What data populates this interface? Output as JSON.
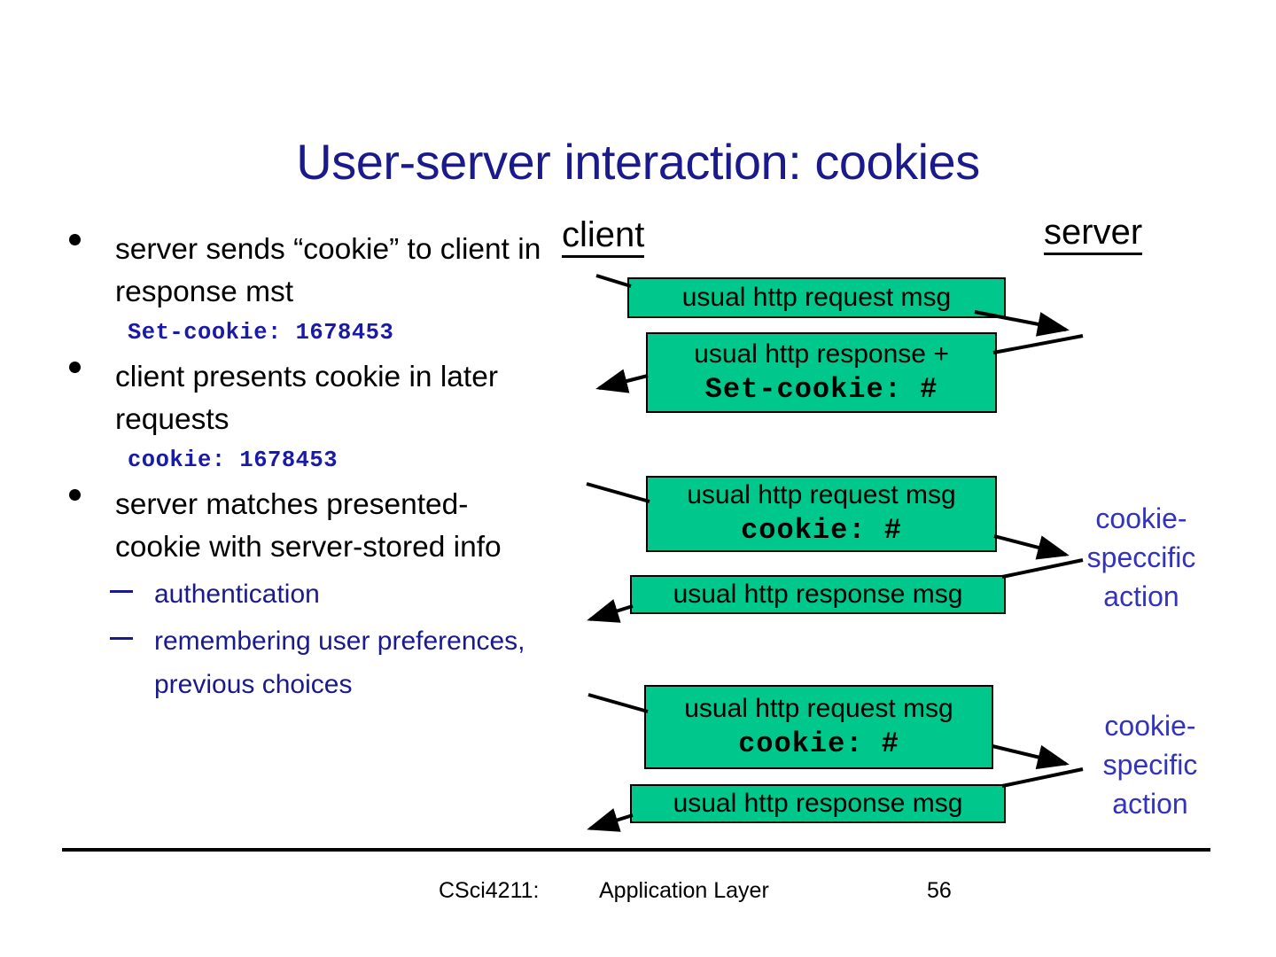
{
  "slide": {
    "title": "User-server interaction: cookies",
    "title_color": "#1a1a8c"
  },
  "bullets": [
    {
      "text": "server sends “cookie” to client in response mst",
      "code": "Set-cookie: 1678453"
    },
    {
      "text": "client presents cookie in later requests",
      "code": "cookie: 1678453"
    },
    {
      "text": "server matches presented-cookie with server-stored info",
      "sub_items": [
        "authentication",
        "remembering user preferences, previous choices"
      ]
    }
  ],
  "diagram": {
    "box_color": "#00c78c",
    "accent_color": "#3333bb",
    "endpoints": {
      "client": "client",
      "server": "server"
    },
    "messages": [
      {
        "line1": "usual http request msg",
        "code": ""
      },
      {
        "line1": "usual http response +",
        "code": "Set-cookie: #"
      },
      {
        "line1": "usual http request msg",
        "code": "cookie: #"
      },
      {
        "line1": "usual http response msg",
        "code": ""
      },
      {
        "line1": "usual http request msg",
        "code": "cookie: #"
      },
      {
        "line1": "usual http response msg",
        "code": ""
      }
    ],
    "actions": [
      "cookie- speccific action",
      "cookie- specific action"
    ]
  },
  "footer": {
    "course": "CSci4211:",
    "section": "Application Layer",
    "page": "56"
  }
}
